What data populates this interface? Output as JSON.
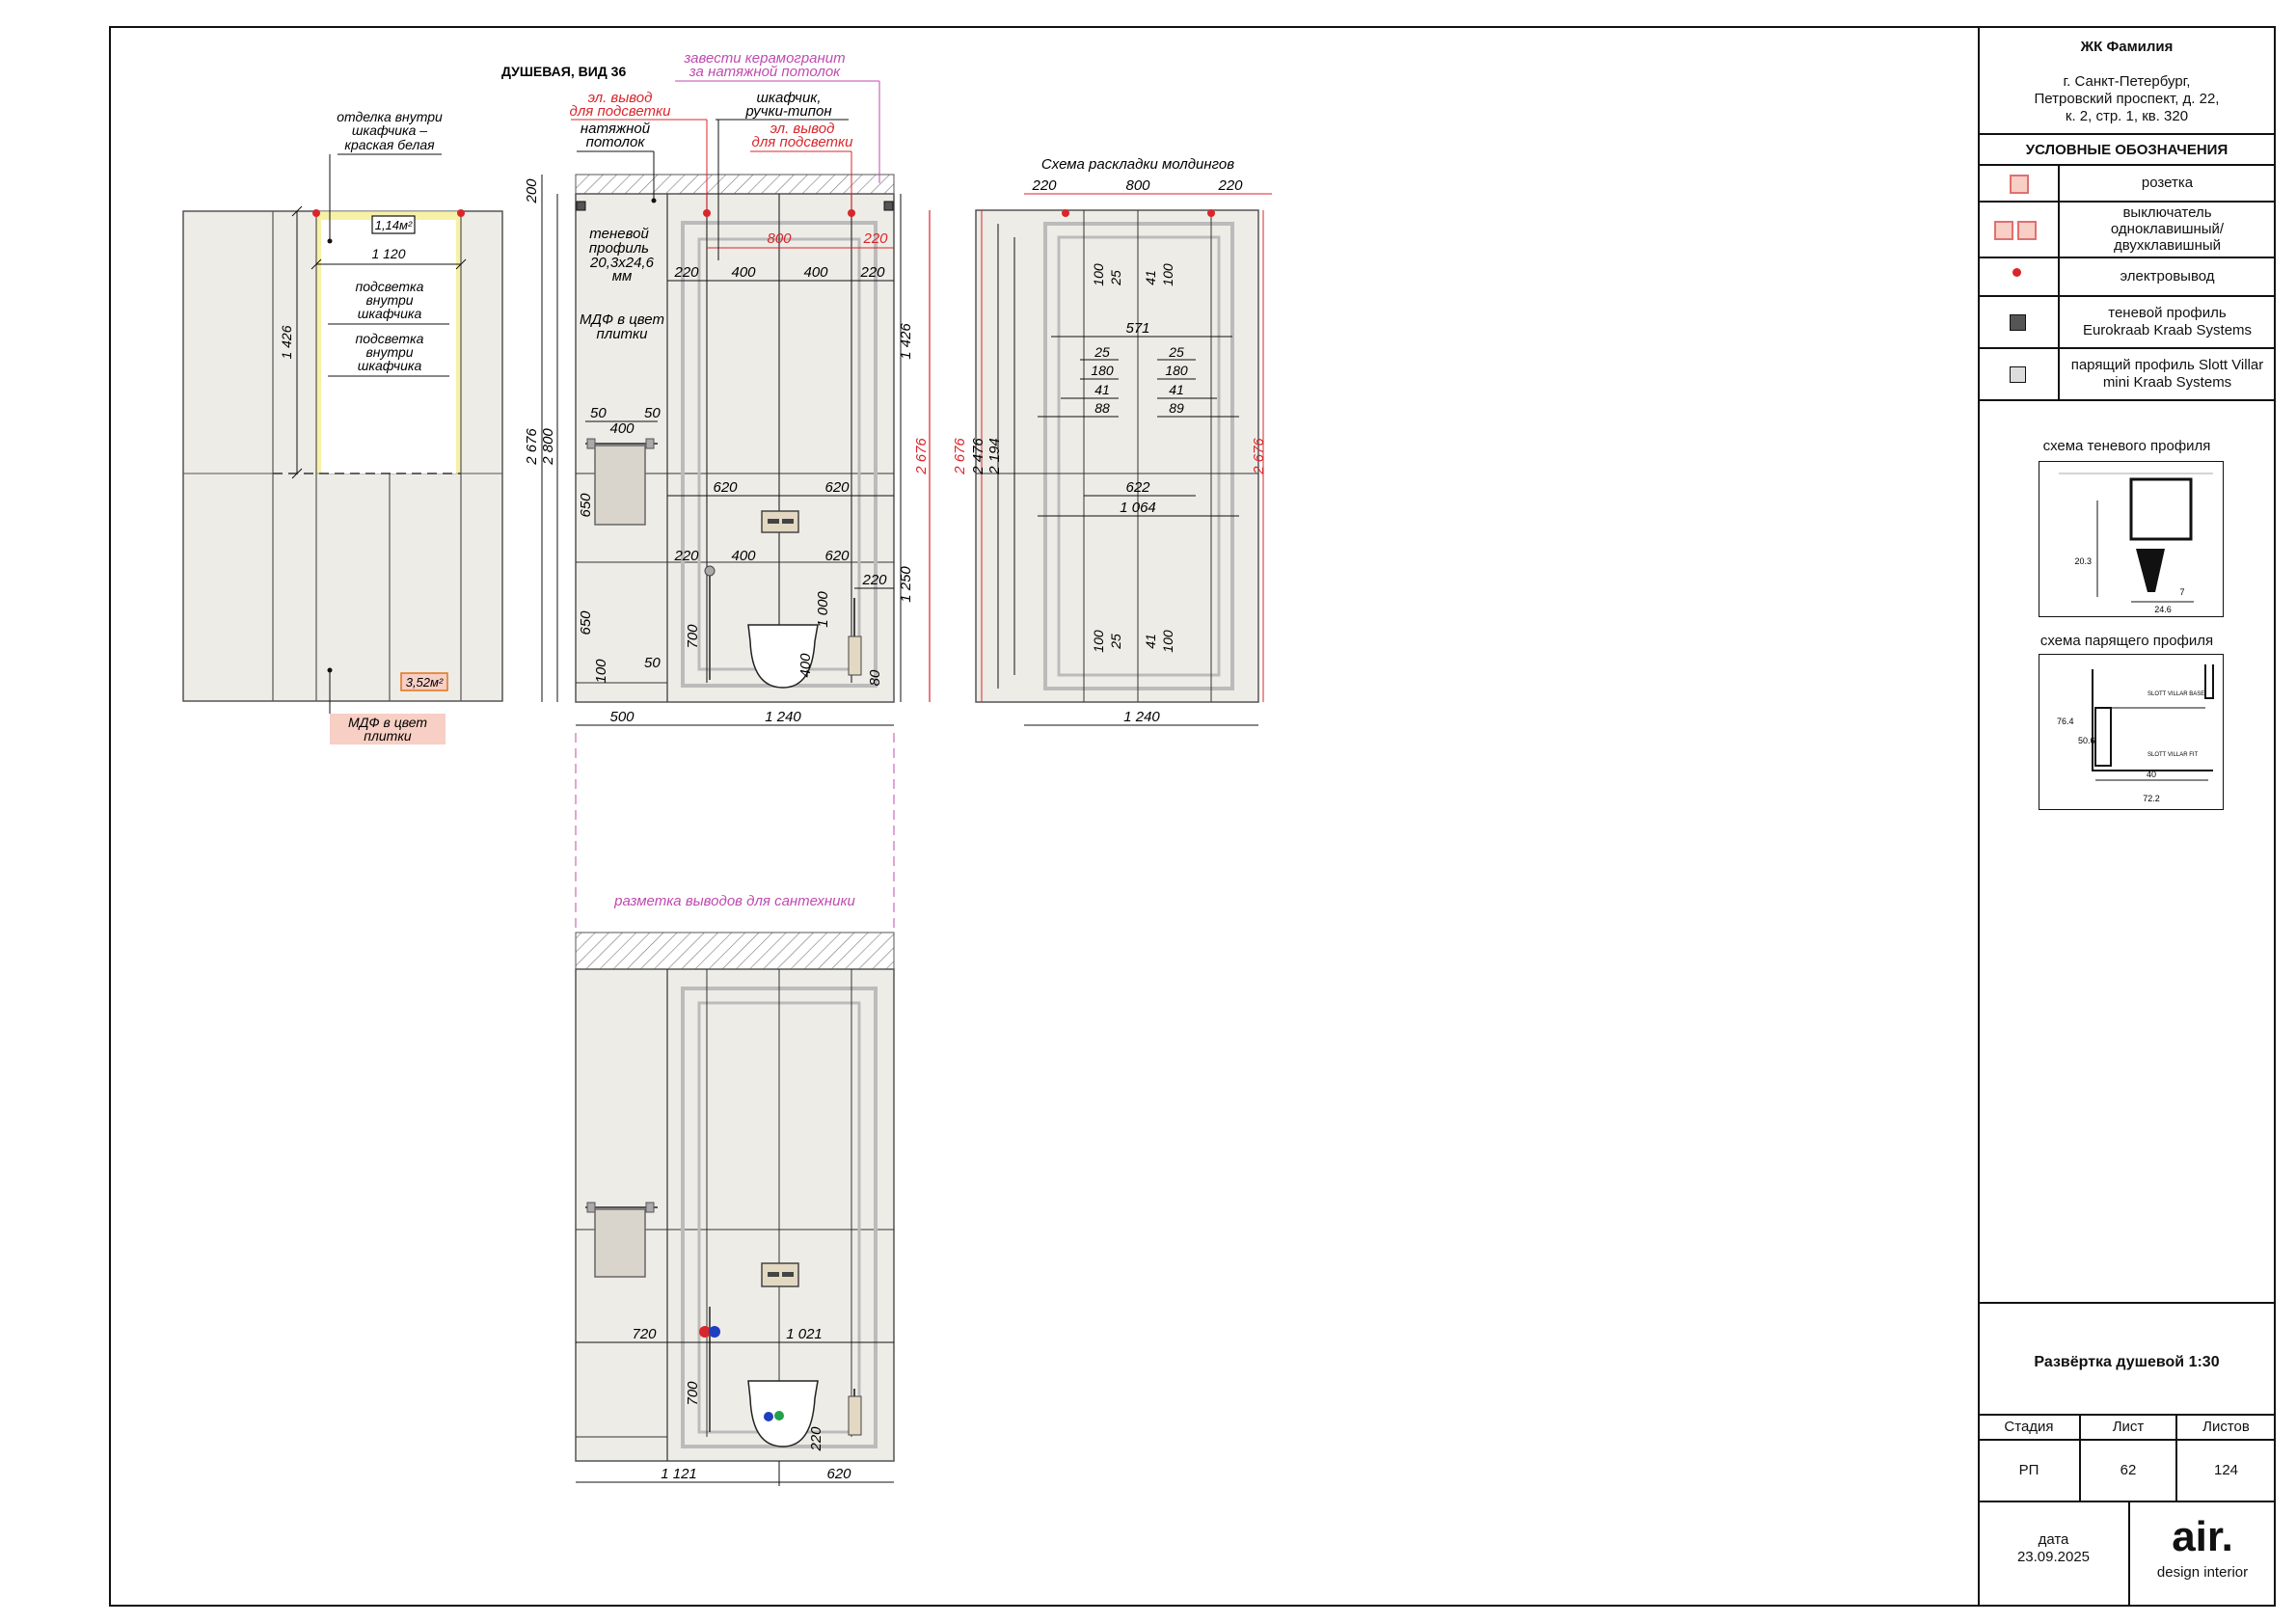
{
  "project": {
    "name": "ЖК Фамилия",
    "address_1": "г. Санкт-Петербург,",
    "address_2": "Петровский проспект, д. 22,",
    "address_3": "к. 2, стр. 1, кв. 320"
  },
  "legend": {
    "title": "УСЛОВНЫЕ ОБОЗНАЧЕНИЯ",
    "items": [
      {
        "icon": "socket-icon",
        "label": "розетка"
      },
      {
        "icon": "switch-icon",
        "label_1": "выключатель",
        "label_2": "одноклавишный/",
        "label_3": "двухклавишный"
      },
      {
        "icon": "electric-outlet-icon",
        "label": "электровывод"
      },
      {
        "icon": "shadow-profile-icon",
        "label_1": "теневой профиль",
        "label_2": "Eurokraab Kraab Systems"
      },
      {
        "icon": "floating-profile-icon",
        "label_1": "парящий профиль Slott Villar",
        "label_2": "mini Kraab Systems"
      }
    ]
  },
  "schemes": {
    "shadow_title": "схема теневого профиля",
    "shadow_dim_h": "20.3",
    "shadow_dim_w": "24.6",
    "shadow_dim_s": "7",
    "floating_title": "схема парящего профиля",
    "floating_dim_h1": "76.4",
    "floating_dim_h2": "50.6",
    "floating_dim_w1": "40",
    "floating_dim_w2": "72.2",
    "floating_label_1": "SLOTT VILLAR BASE",
    "floating_label_2": "SLOTT VILLAR FIT"
  },
  "sheet": {
    "title": "Развёртка душевой 1:30",
    "stage_label": "Стадия",
    "sheet_label": "Лист",
    "sheets_label": "Листов",
    "stage": "РП",
    "sheet_no": "62",
    "sheets_total": "124",
    "date_label": "дата",
    "date": "23.09.2025",
    "brand": "air.",
    "brand_sub": "design interior"
  },
  "drawing": {
    "view_title": "ДУШЕВАЯ, ВИД 36",
    "note_tile_ceiling_1": "завести керамогранит",
    "note_tile_ceiling_2": "за натяжной потолок",
    "note_el_outlet_1": "эл. вывод",
    "note_el_outlet_2": "для подсветки",
    "note_cabinet_1": "шкафчик,",
    "note_cabinet_2": "ручки-типон",
    "note_stretch_1": "натяжной",
    "note_stretch_2": "потолок",
    "note_shadow_1": "теневой",
    "note_shadow_2": "профиль",
    "note_shadow_3": "20,3х24,6",
    "note_shadow_4": "мм",
    "note_mdf_1": "МДФ в цвет",
    "note_mdf_2": "плитки",
    "note_inside_1": "отделка внутри",
    "note_inside_2": "шкафчика –",
    "note_inside_3": "краская белая",
    "note_light_1": "подсветка",
    "note_light_2": "внутри",
    "note_light_3": "шкафчика",
    "note_area_1": "1,14м²",
    "note_area_2": "3,52м²",
    "note_mdf_left_1": "МДФ  в цвет",
    "note_mdf_left_2": "плитки",
    "moulding_title": "Схема раскладки молдингов",
    "plumbing_title": "разметка выводов для сантехники",
    "dims": {
      "d1120": "1 120",
      "d1426": "1 426",
      "d200": "200",
      "d2676": "2 676",
      "d2800": "2 800",
      "d800": "800",
      "d220": "220",
      "d400": "400",
      "d50": "50",
      "d620": "620",
      "d650": "650",
      "d1000": "1 000",
      "d1250": "1 250",
      "d700": "700",
      "d100": "100",
      "d80": "80",
      "d500": "500",
      "d1240": "1 240",
      "d2476": "2 476",
      "d2194": "2 194",
      "d25": "25",
      "d41": "41",
      "d571": "571",
      "d180": "180",
      "d88": "88",
      "d89": "89",
      "d622": "622",
      "d1064": "1 064",
      "d720": "720",
      "d1021": "1 021",
      "d1121": "1 121"
    }
  },
  "colors": {
    "red": "#d9262b",
    "magenta": "#c04ab0",
    "panel": "#eeece7",
    "yellow": "#f7f1a8",
    "salmon": "#f7cfc4"
  }
}
